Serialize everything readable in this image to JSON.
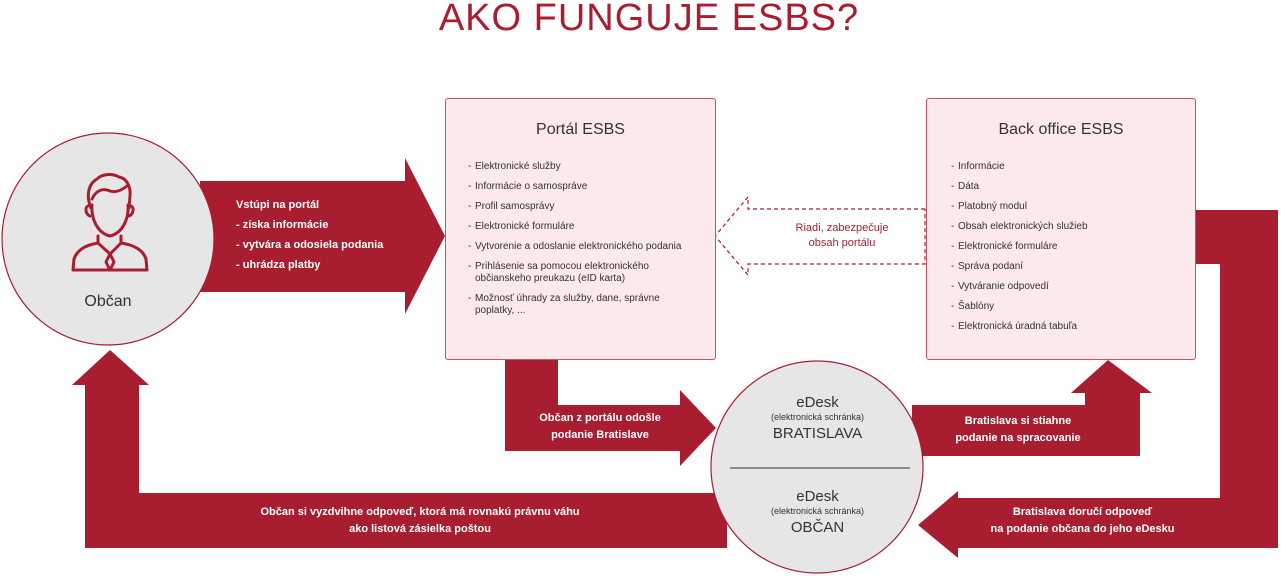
{
  "title": "AKO FUNGUJE ESBS?",
  "citizen": {
    "label": "Občan"
  },
  "portal": {
    "title": "Portál ESBS",
    "items": [
      "Elektronické služby",
      "Informácie o samospráve",
      "Profil samosprávy",
      "Elektronické formuláre",
      "Vytvorenie a odoslanie elektronického podania",
      "Prihlásenie sa pomocou elektronického občianskeho preukazu (eID karta)",
      "Možnosť úhrady za služby, dane, správne poplatky, ..."
    ]
  },
  "backoffice": {
    "title": "Back office ESBS",
    "items": [
      "Informácie",
      "Dáta",
      "Platobný modul",
      "Obsah elektronických služieb",
      "Elektronické formuláre",
      "Správa podaní",
      "Vytváranie odpovedí",
      "Šablóny",
      "Elektronická úradná tabuľa"
    ]
  },
  "arrow_portal": {
    "title": "Vstúpi na portál",
    "items": [
      "- získa informácie",
      "- vytvára a odosiela podania",
      "- uhrádza platby"
    ]
  },
  "arrow_manage": {
    "line1": "Riadi, zabezpečuje",
    "line2": "obsah portálu"
  },
  "arrow_send": {
    "line1": "Občan z portálu odošle",
    "line2": "podanie Bratislave"
  },
  "arrow_fetch": {
    "line1": "Bratislava si stiahne",
    "line2": "podanie na spracovanie"
  },
  "arrow_deliver": {
    "line1": "Bratislava doručí odpoveď",
    "line2": "na podanie občana do jeho eDesku"
  },
  "arrow_pickup": {
    "line1": "Občan si vyzdvihne odpoveď, ktorá má rovnakú právnu váhu",
    "line2": "ako listová zásielka poštou"
  },
  "edesk_top": {
    "name": "eDesk",
    "sub": "(elektronická schránka)",
    "owner": "BRATISLAVA"
  },
  "edesk_bottom": {
    "name": "eDesk",
    "sub": "(elektronická schránka)",
    "owner": "OBČAN"
  },
  "colors": {
    "accent": "#a81e30",
    "box_fill": "#fbe9ec",
    "circle_fill": "#e6e6e6"
  }
}
